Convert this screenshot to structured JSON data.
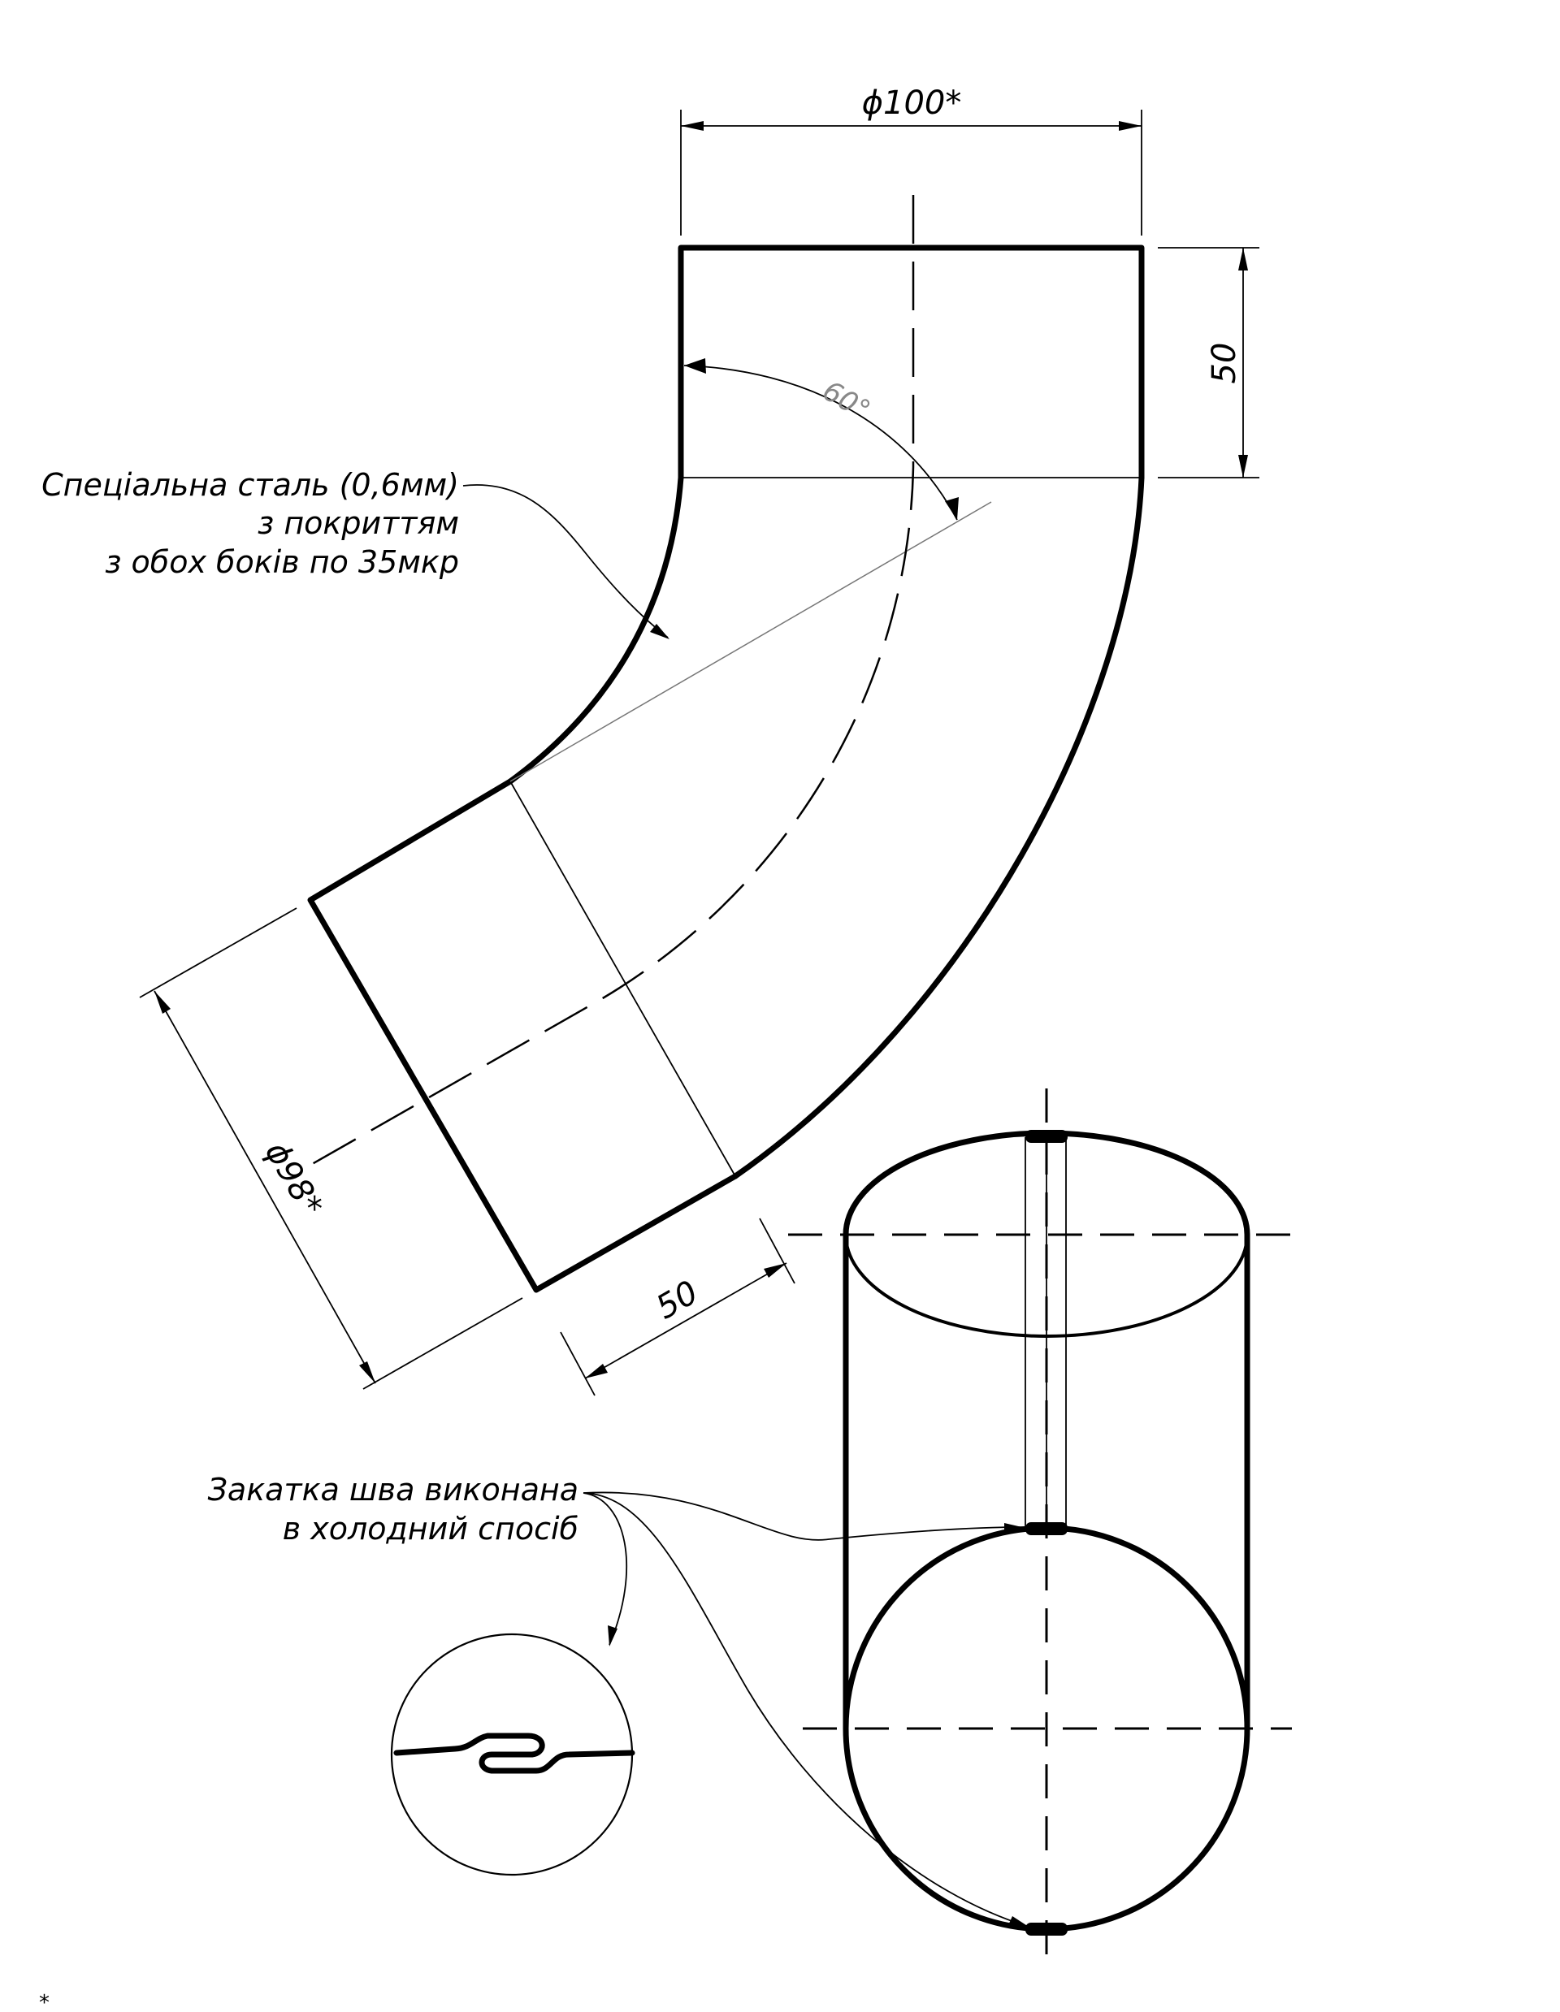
{
  "dimensions": {
    "top_diameter": "ϕ100*",
    "top_height": "50",
    "angle": "60°",
    "bottom_diameter": "ϕ98*",
    "bottom_length": "50"
  },
  "material_note": {
    "line1": "Спеціальна сталь (0,6мм)",
    "line2": "з покриттям",
    "line3": "з обох боків по 35мкр"
  },
  "seam_note": {
    "line1": "Закатка шва виконана",
    "line2": "в холодний спосіб"
  },
  "footnote": "*"
}
